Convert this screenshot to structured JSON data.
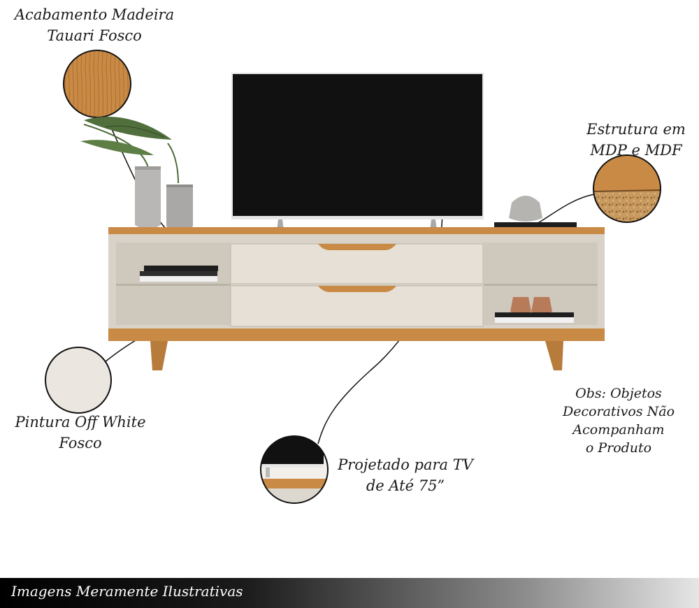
{
  "labels": {
    "wood_finish": [
      "Acabamento Madeira",
      "Tauari Fosco"
    ],
    "structure": [
      "Estrutura em",
      "MDP e MDF"
    ],
    "paint": [
      "Pintura Off White",
      "Fosco"
    ],
    "tv_size": [
      "Projetado para TV",
      "de Até 75”"
    ],
    "notice": [
      "Obs: Objetos",
      "Decorativos Não",
      "Acompanham",
      "o Produto"
    ]
  },
  "footer": {
    "text": "Imagens Meramente Ilustrativas"
  },
  "colors": {
    "wood": "#c98a45",
    "off_white": "#e8e2d9",
    "cabinet": "#d9d3c9",
    "tv_screen": "#111111",
    "particle_board": "#c89a5f"
  }
}
